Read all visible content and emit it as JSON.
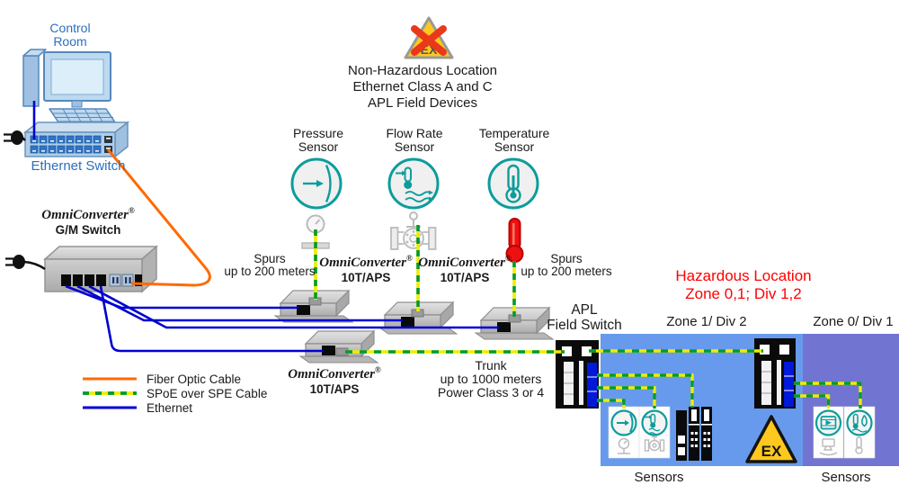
{
  "colors": {
    "fiber_orange": "#FF6A00",
    "ethernet_blue": "#0000D2",
    "spoe_yellow": "#EDED00",
    "spoe_green": "#009933",
    "sensor_teal": "#0D9C9C",
    "hazard_red": "#FF0000",
    "zone1_blue": "#679AEC",
    "zone0_purple": "#7274D1",
    "label_blue": "#2A6FC0",
    "ex_yellow": "#FFC81E"
  },
  "control_room": {
    "line1": "Control",
    "line2": "Room"
  },
  "ethernet_switch_label": "Ethernet Switch",
  "gm_switch": {
    "brand": "OmniConverter",
    "reg": "®",
    "model": "G/M Switch"
  },
  "warning": {
    "badge": "EX"
  },
  "non_hazardous": {
    "line1": "Non-Hazardous Location",
    "line2": "Ethernet Class A and C",
    "line3": "APL Field Devices"
  },
  "sensors_top": [
    {
      "line1": "Pressure",
      "line2": "Sensor",
      "icon": "pressure-sensor-icon"
    },
    {
      "line1": "Flow Rate",
      "line2": "Sensor",
      "icon": "flow-rate-sensor-icon"
    },
    {
      "line1": "Temperature",
      "line2": "Sensor",
      "icon": "temperature-sensor-icon"
    }
  ],
  "spurs_left": {
    "line1": "Spurs",
    "line2": "up to 200 meters"
  },
  "spurs_right": {
    "line1": "Spurs",
    "line2": "up to 200 meters"
  },
  "converter1": {
    "brand": "OmniConverter",
    "reg": "®",
    "model": "10T/APS"
  },
  "converter2": {
    "brand": "OmniConverter",
    "reg": "®",
    "model": "10T/APS"
  },
  "converter4": {
    "brand": "OmniConverter",
    "reg": "®",
    "model": "10T/APS"
  },
  "apl_switch": {
    "line1": "APL",
    "line2": "Field Switch"
  },
  "trunk": {
    "line1": "Trunk",
    "line2": "up to 1000 meters",
    "line3": "Power Class 3 or 4"
  },
  "hazardous": {
    "line1": "Hazardous Location",
    "line2": "Zone 0,1; Div 1,2"
  },
  "zone1_label": "Zone 1/ Div 2",
  "zone0_label": "Zone 0/ Div 1",
  "ex_badge": "EX",
  "legend": {
    "fiber": "Fiber Optic Cable",
    "spoe": "SPoE over SPE Cable",
    "ethernet": "Ethernet"
  },
  "sensors_bottom_left": "Sensors",
  "sensors_bottom_right": "Sensors"
}
